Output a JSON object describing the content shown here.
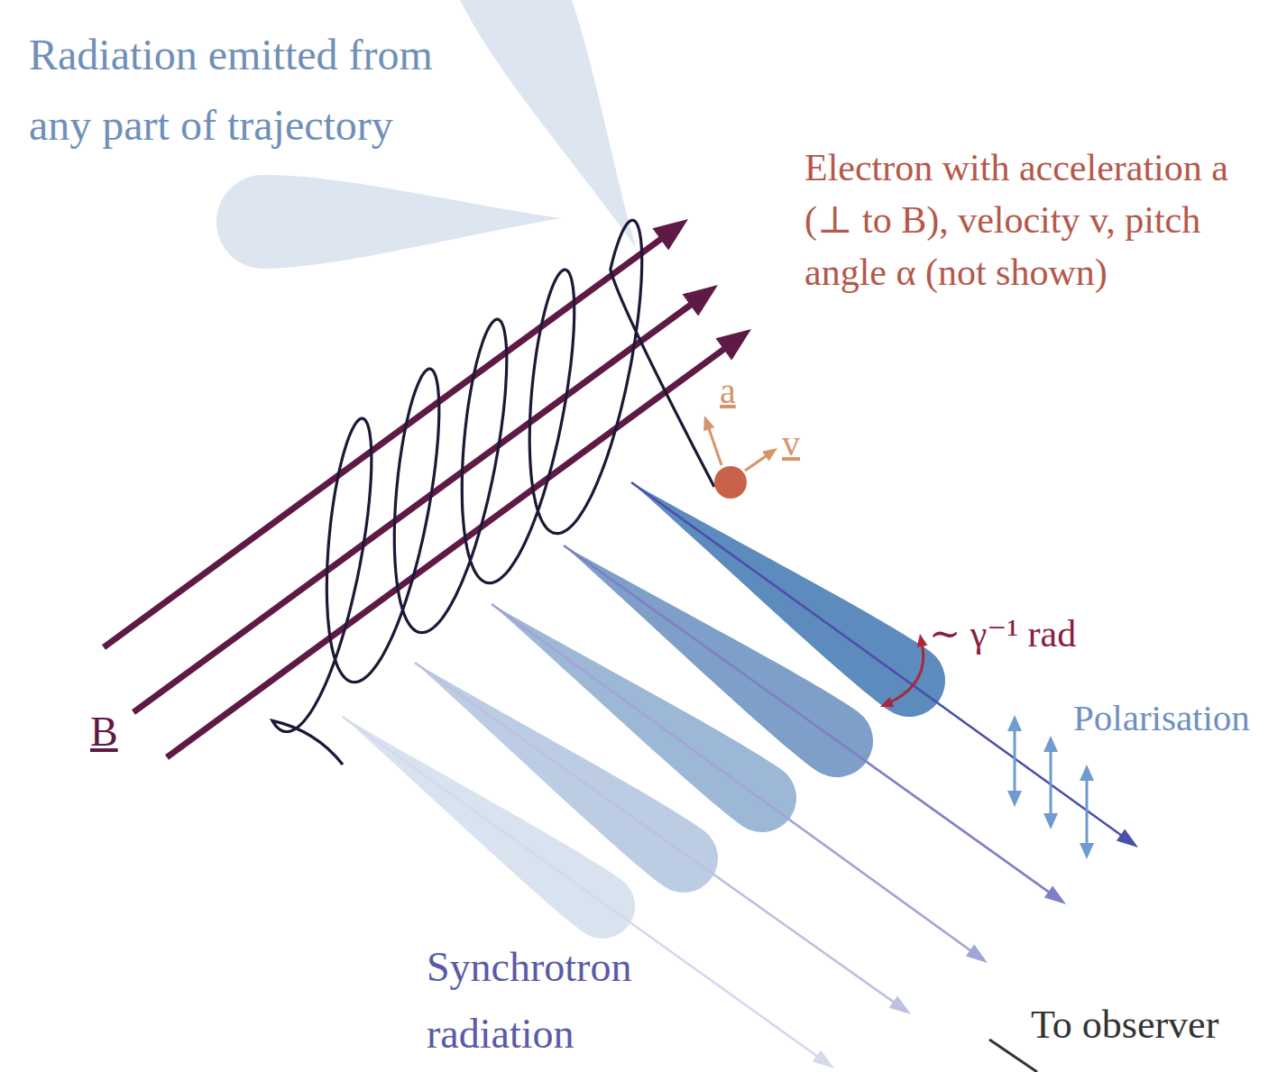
{
  "diagram": {
    "labels": [
      "Radiation emitted from any part of trajectory",
      "Electron with acceleration a (⊥ to B), velocity v, pitch angle α (not shown)",
      "a",
      "v",
      "∼ γ⁻¹ rad",
      "Polarisation",
      "B",
      "Synchrotron radiation",
      "To observer"
    ]
  }
}
